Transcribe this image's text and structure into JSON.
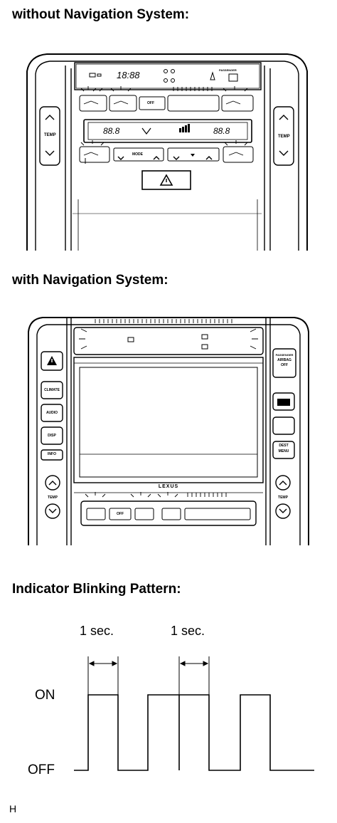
{
  "headings": {
    "without_nav": "without Navigation System:",
    "with_nav": "with Navigation System:",
    "blink": "Indicator Blinking Pattern:"
  },
  "panel_without_nav": {
    "clock": "18:88",
    "temp_label_left": "TEMP",
    "temp_label_right": "TEMP",
    "passenger_text": "PASSENGER",
    "display_left": "88.8",
    "display_right": "88.8",
    "off_button": "OFF",
    "mode_button": "MODE",
    "hazard": "warning-triangle"
  },
  "panel_with_nav": {
    "buttons_left": [
      "CLIMATE",
      "AUDIO",
      "DISP",
      "INFO"
    ],
    "buttons_right": [
      "DEST",
      "MENU"
    ],
    "airbag_lines": [
      "PASSENGER",
      "AIRBAG",
      "OFF"
    ],
    "brand": "LEXUS",
    "temp_label_left": "TEMP",
    "temp_label_right": "TEMP",
    "off_button": "OFF"
  },
  "blink_pattern": {
    "interval_labels": [
      "1 sec.",
      "1 sec."
    ],
    "state_on": "ON",
    "state_off": "OFF"
  },
  "footer": "H"
}
